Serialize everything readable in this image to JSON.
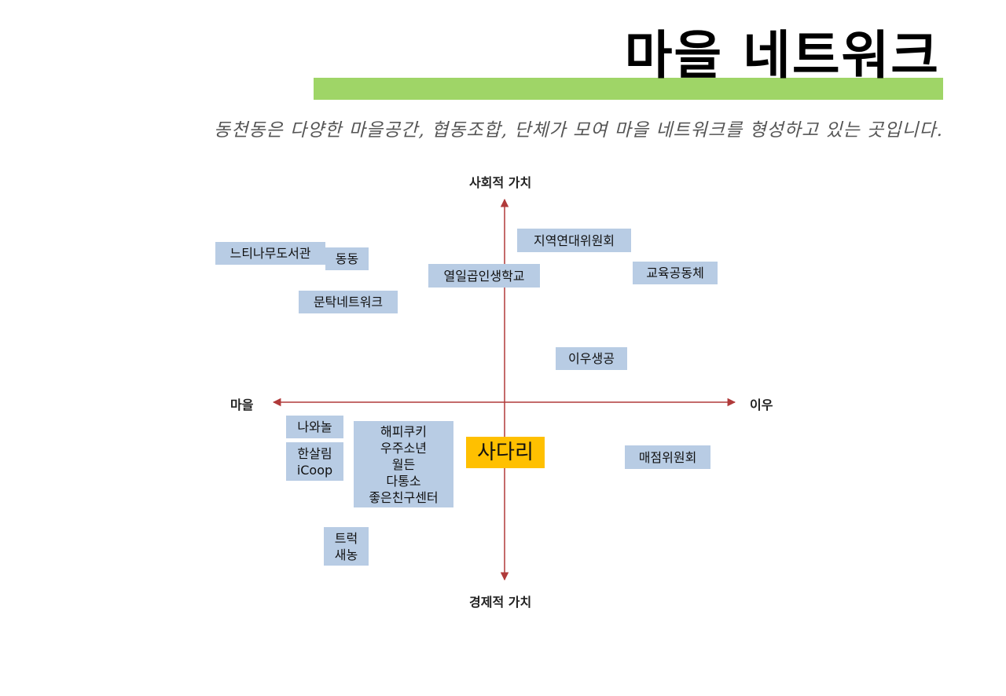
{
  "header": {
    "title": "마을 네트워크",
    "subtitle": "동천동은 다양한 마을공간, 협동조합, 단체가 모여 마을 네트워크를 형성하고 있는 곳입니다.",
    "accent_color": "#9fd567"
  },
  "diagram": {
    "axes": {
      "top": "사회적 가치",
      "bottom": "경제적 가치",
      "left": "마을",
      "right": "이우",
      "axis_color": "#b03a3a"
    },
    "box_color": "#b8cce4",
    "highlight_color": "#ffc000",
    "items": {
      "nuttinamu": "느티나무도서관",
      "dongdong": "동동",
      "muntak": "문탁네트워크",
      "yeolil": "열일곱인생학교",
      "jiyeok": "지역연대위원회",
      "gyoyuk": "교육공동체",
      "iusaeng": "이우생공",
      "nawa": "나와놀",
      "hansalim_1": "한살림",
      "hansalim_2": "iCoop",
      "group_1": "해피쿠키",
      "group_2": "우주소년",
      "group_3": "월든",
      "group_4": "다통소",
      "group_5": "좋은친구센터",
      "sadari": "사다리",
      "maejeom": "매점위원회",
      "truck_1": "트럭",
      "truck_2": "새농"
    }
  }
}
